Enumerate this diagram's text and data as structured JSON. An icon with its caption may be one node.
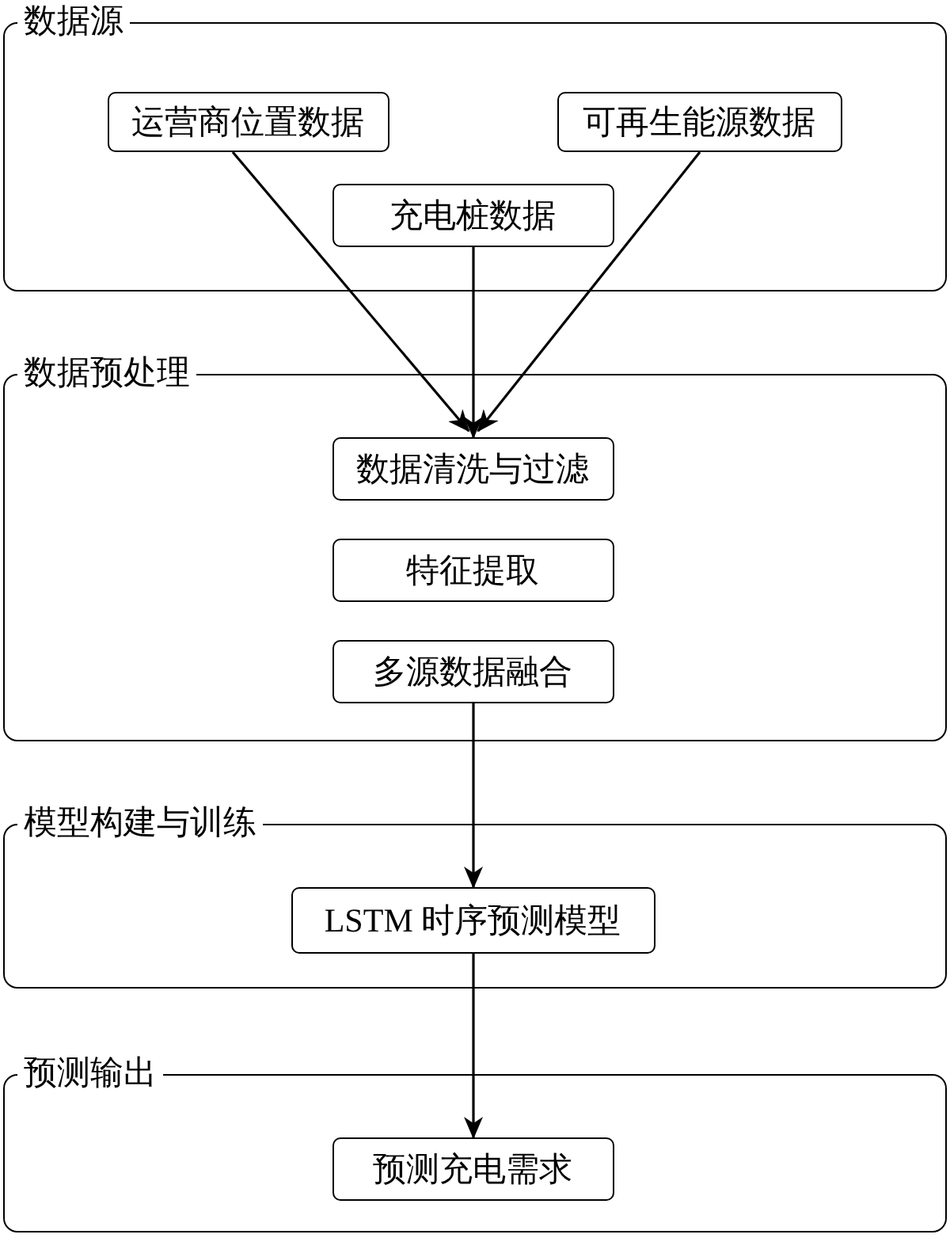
{
  "diagram": {
    "nodes": [
      {
        "text": [
          "数据源"
        ]
      },
      {
        "text": [
          "运营商位置数据"
        ],
        "in": 0
      },
      {
        "text": [
          "可再生能源数据"
        ],
        "in": 0
      },
      {
        "text": [
          "充电桩数据"
        ],
        "in": 0
      },
      {
        "text": [
          "数据预处理"
        ]
      },
      {
        "text": [
          "数据清洗与过滤"
        ],
        "in": 4
      },
      {
        "text": [
          "特征提取"
        ],
        "in": 4
      },
      {
        "text": [
          "多源数据融合"
        ],
        "in": 4
      },
      {
        "text": [
          "模型构建与训练"
        ]
      },
      {
        "text": [
          "LSTM 时序预测模型"
        ],
        "in": 8
      },
      {
        "text": [
          "预测输出"
        ]
      },
      {
        "text": [
          "预测充电需求"
        ],
        "in": 10
      }
    ],
    "edges": [
      {
        "from": 1,
        "to": 5,
        "arrow": "to"
      },
      {
        "from": 2,
        "to": 5,
        "arrow": "to"
      },
      {
        "from": 3,
        "to": 5,
        "arrow": "to"
      },
      {
        "from": 7,
        "to": 9,
        "arrow": "to"
      },
      {
        "from": 9,
        "to": 11,
        "arrow": "to"
      }
    ]
  }
}
